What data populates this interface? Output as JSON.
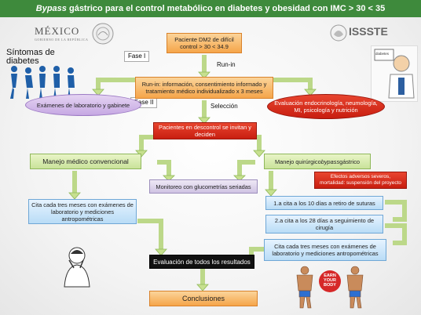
{
  "title": {
    "italic": "Bypass",
    "rest": " gástrico para el control metabólico en diabetes y obesidad con IMC > 30 < 35"
  },
  "logos": {
    "mexico": "MÉXICO",
    "mexico_sub": "GOBIERNO DE LA REPÚBLICA",
    "issste": "ISSSTE"
  },
  "sintomas": "Síntomas de diabetes",
  "labels": {
    "fase1": "Fase I",
    "fase2": "Fase II",
    "runin": "Run-in",
    "seleccion": "Selección"
  },
  "nodes": {
    "paciente": "Paciente DM2 de difícil control > 30 < 34.9",
    "runin_box": "Run-in: información, consentimiento informado y tratamiento médico individualizado x 3 meses",
    "examenes": "Exámenes de laboratorio y gabinete",
    "evaluacion": "Evaluación endocrinología, neumología, MI, psicología y nutrición",
    "descontrol": "Pacientes en descontrol se invitan y deciden",
    "manejo_med": "Manejo médico convencional",
    "manejo_qx_pre": "Manejo quirúrgico ",
    "manejo_qx_it": "bypass",
    "manejo_qx_post": " gástrico",
    "efectos": "Efectos adversos severos, mortalidad: suspensión del proyecto",
    "monitoreo": "Monitoreo con glucometrías seriadas",
    "cita_izq": "Cita cada tres meses con exámenes de laboratorio y mediciones antropométricas",
    "cita1": "1.a cita a los 10 días a retiro de suturas",
    "cita2": "2.a cita a los 28 días a seguimiento de cirugía",
    "cita_der": "Cita cada tres meses con exámenes de laboratorio y mediciones antropométricas",
    "evaluacion_todos": "Evaluación de todos los resultados",
    "conclusiones": "Conclusiones"
  },
  "poster": {
    "l1": "EARN",
    "l2": "YOUR",
    "l3": "BODY"
  },
  "doctor_sign": "diabetes"
}
